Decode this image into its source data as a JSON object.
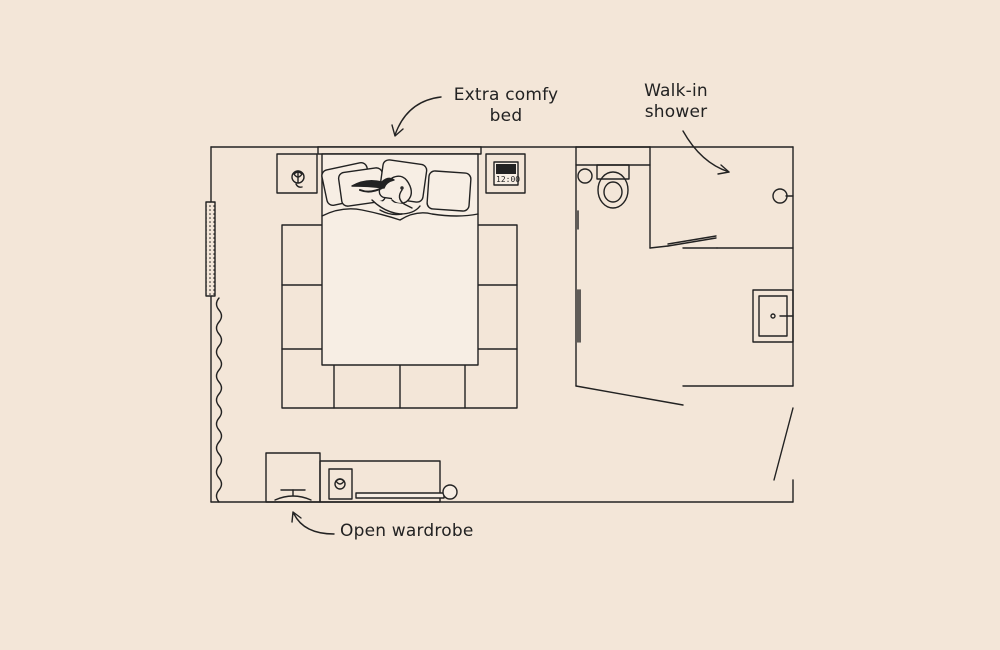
{
  "colors": {
    "background": "#F3E6D8",
    "line": "#222222",
    "fill": "#F3E6D8",
    "bed": "#F7EEE4"
  },
  "annotations": {
    "bed": {
      "line1": "Extra comfy",
      "line2": "bed"
    },
    "shower": {
      "line1": "Walk-in",
      "line2": "shower"
    },
    "wardrobe": {
      "text": "Open wardrobe"
    }
  },
  "clock": {
    "time": "12:00"
  },
  "icons": [
    "lamp-icon",
    "clock-icon",
    "toilet-icon",
    "shower-drain-icon",
    "sink-icon",
    "person-sleeping-icon"
  ]
}
